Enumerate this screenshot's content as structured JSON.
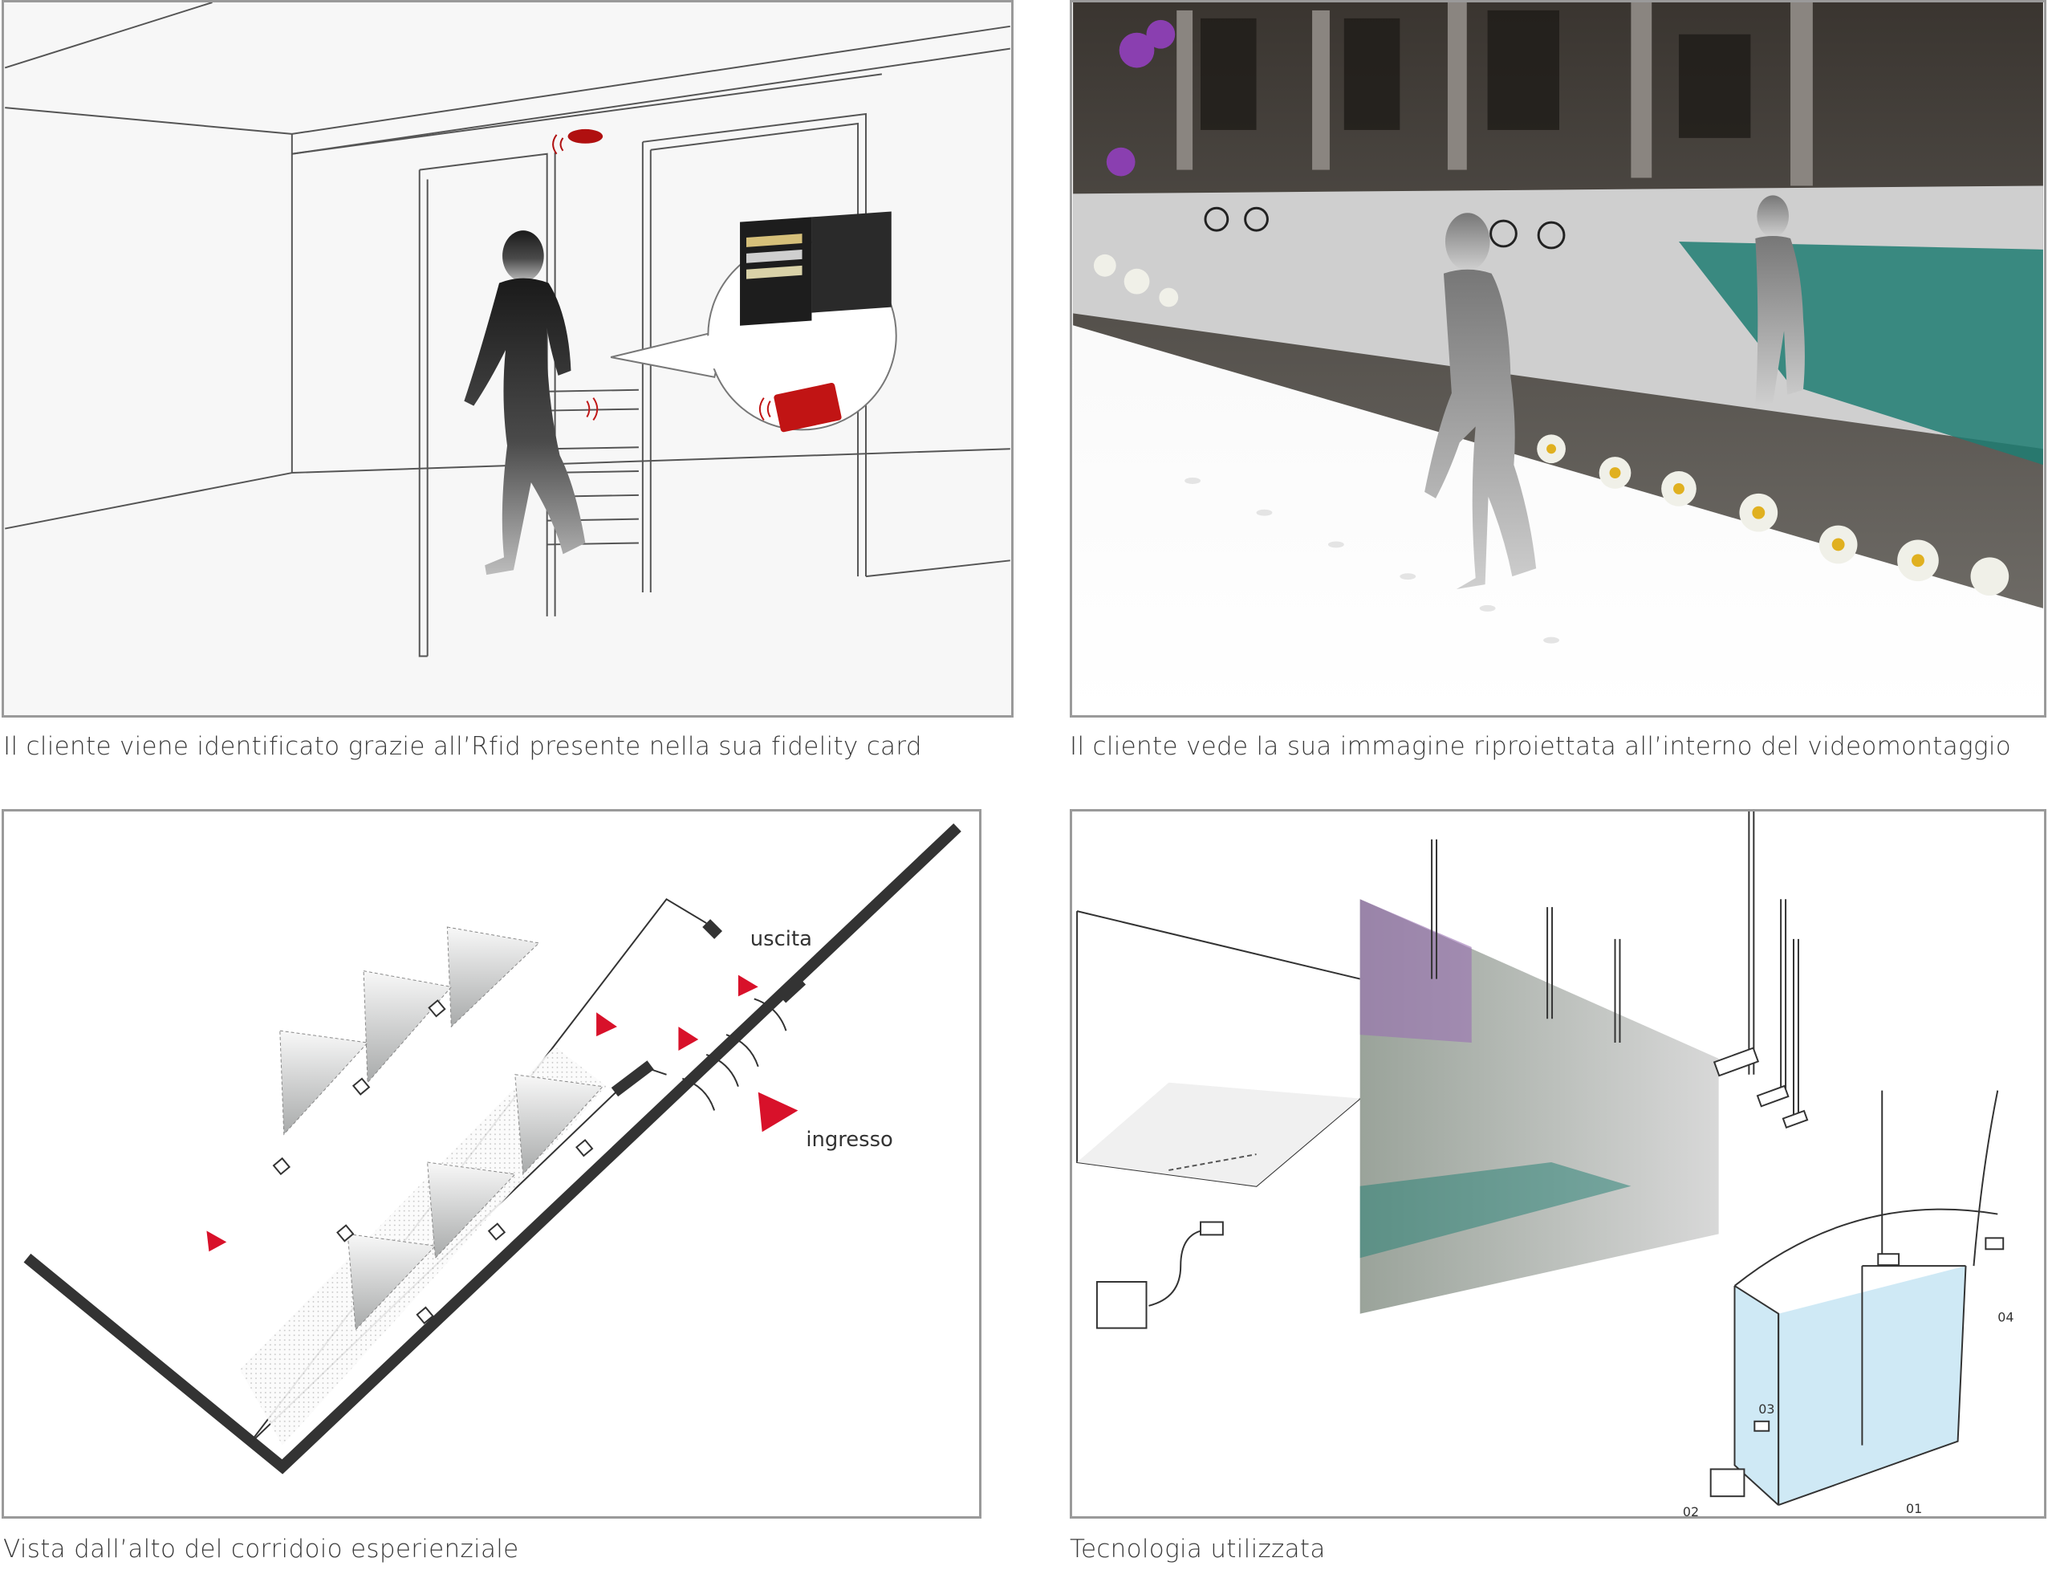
{
  "captions": {
    "top_left": "Il cliente viene identificato grazie all’Rfid presente nella sua fidelity card",
    "top_right": "Il cliente vede la sua immagine riproiettata all’interno del videomontaggio",
    "bottom_left": "Vista dall’alto del corridoio esperienziale",
    "bottom_right": "Tecnologia utilizzata"
  },
  "floorplan": {
    "exit_label": "uscita",
    "entrance_label": "ingresso"
  },
  "tech_diagram": {
    "labels": [
      "01",
      "02",
      "03",
      "04"
    ]
  },
  "colors": {
    "accent_red": "#d8112a",
    "rfid_red": "#b01010",
    "panel_border": "#9a9a9a",
    "wall_dark": "#333333",
    "screen_cyan": "#bfe2f2"
  }
}
